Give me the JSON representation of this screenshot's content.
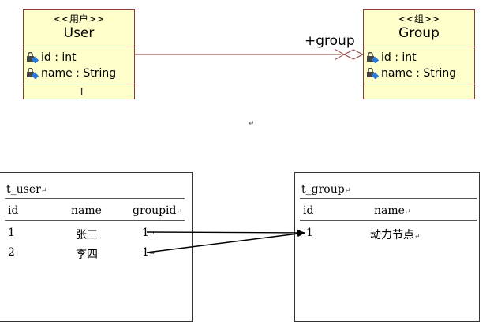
{
  "uml": {
    "user_class": {
      "stereotype": "<<用户>>",
      "name": "User",
      "attributes": [
        "id : int",
        "name : String"
      ]
    },
    "group_class": {
      "stereotype": "<<组>>",
      "name": "Group",
      "attributes": [
        "id : int",
        "name : String"
      ]
    },
    "association_role": "+group",
    "paragraph_mark": "↵",
    "cursor_glyph": "I"
  },
  "tables": {
    "t_user": {
      "name": "t_user",
      "columns": [
        "id",
        "name",
        "groupid"
      ],
      "rows": [
        [
          "1",
          "张三",
          "1"
        ],
        [
          "2",
          "李四",
          "1"
        ]
      ]
    },
    "t_group": {
      "name": "t_group",
      "columns": [
        "id",
        "name"
      ],
      "rows": [
        [
          "1",
          "动力节点"
        ]
      ]
    }
  },
  "colors": {
    "class_fill": "#ffffcc",
    "class_border": "#8a3a3a",
    "association_line": "#8a3a3a"
  }
}
